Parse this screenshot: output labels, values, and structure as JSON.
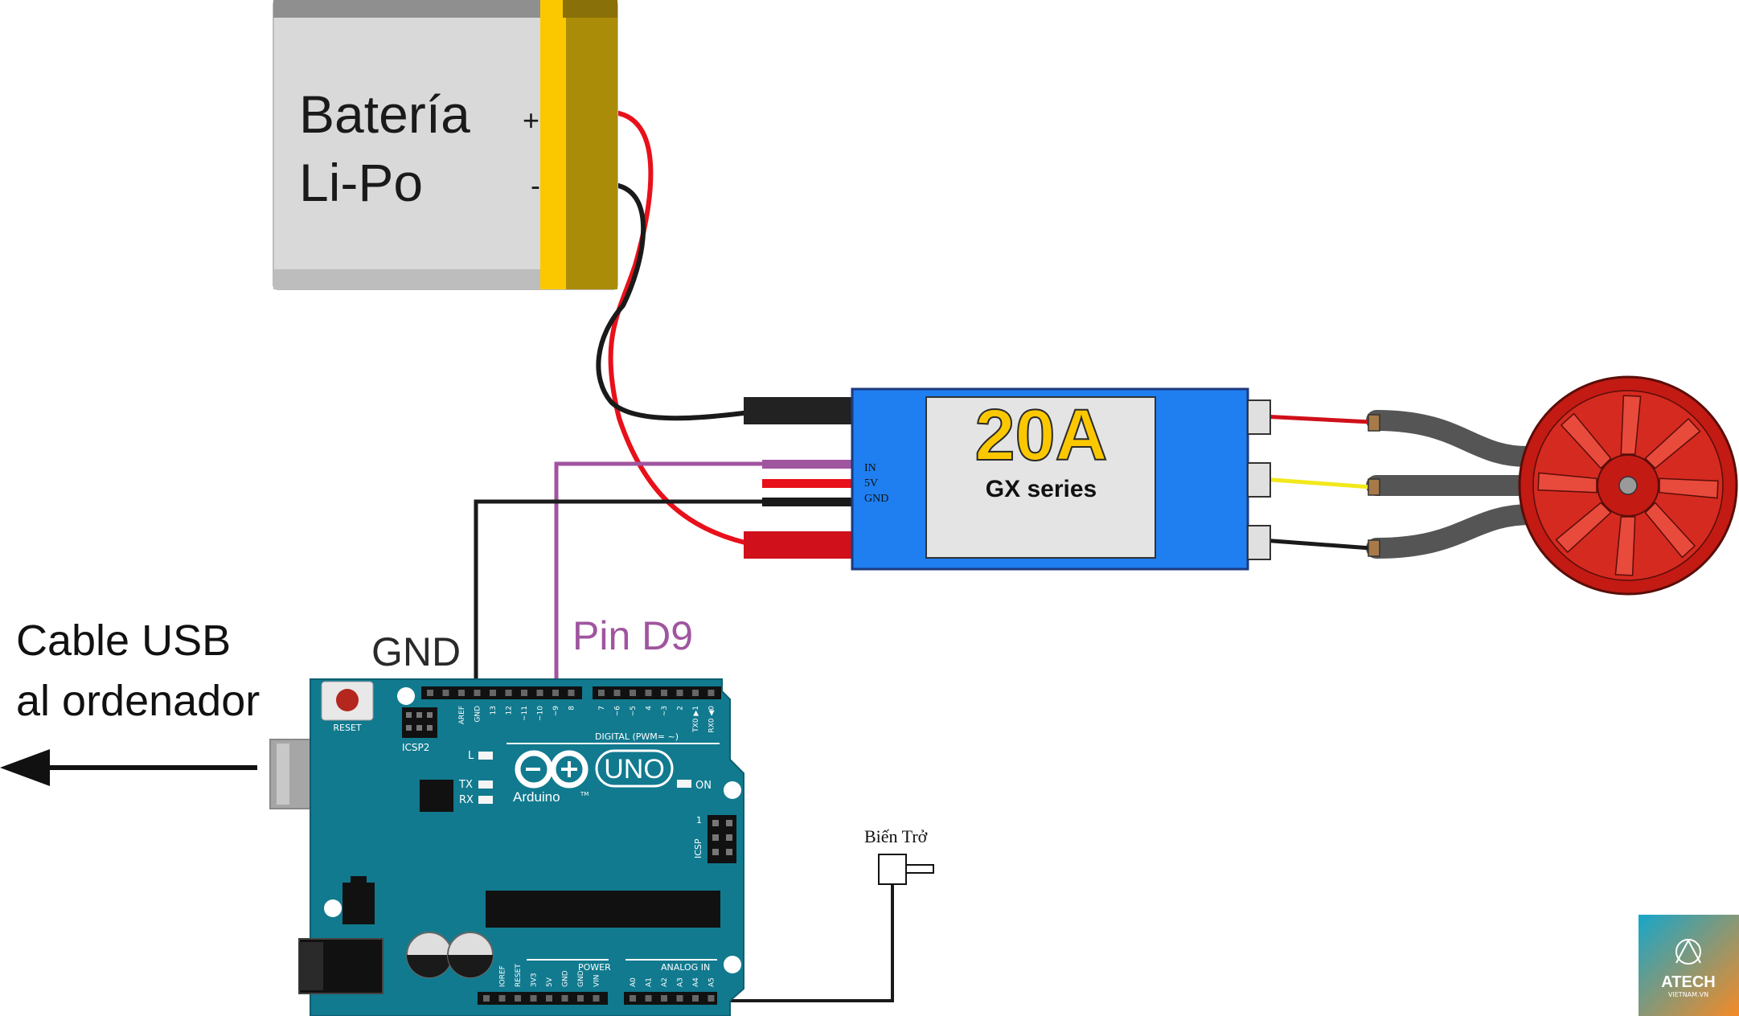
{
  "battery": {
    "title_line1": "Batería",
    "title_line2": "Li-Po",
    "plus": "+",
    "minus": "-"
  },
  "esc": {
    "rating": "20A",
    "series": "GX series",
    "pins": [
      "IN",
      "5V",
      "GND"
    ]
  },
  "labels": {
    "usb_line1": "Cable USB",
    "usb_line2": "al ordenador",
    "gnd": "GND",
    "pin_d9": "Pin D9",
    "potentiometer": "Biến Trở"
  },
  "arduino": {
    "reset": "RESET",
    "icsp2": "ICSP2",
    "icsp": "ICSP",
    "icsp_pin1": "1",
    "digital": "DIGITAL (PWM= ~)",
    "top_pins": [
      "AREF",
      "GND",
      "13",
      "12",
      "~11",
      "~10",
      "~9",
      "8",
      "7",
      "~6",
      "~5",
      "4",
      "~3",
      "2",
      "TX0 ▶1",
      "RX0 ◀0"
    ],
    "led_l": "L",
    "led_tx": "TX",
    "led_rx": "RX",
    "led_on": "ON",
    "brand": "Arduino",
    "tm": "TM",
    "model": "UNO",
    "power": "POWER",
    "analog_in": "ANALOG IN",
    "power_pins": [
      "IOREF",
      "RESET",
      "3V3",
      "5V",
      "GND",
      "GND",
      "VIN"
    ],
    "analog_pins": [
      "A0",
      "A1",
      "A2",
      "A3",
      "A4",
      "A5"
    ]
  },
  "logo": {
    "name": "ATECH",
    "sub": "VIETNAM.VN"
  },
  "colors": {
    "wire_red": "#e8101a",
    "wire_black": "#1a1a1a",
    "wire_purple": "#a0559f",
    "wire_yellow": "#f2e81c",
    "esc_blue": "#1f7ff0",
    "board_teal": "#117a8f",
    "battery_yellow": "#fbc800",
    "motor_red": "#c31a14"
  }
}
